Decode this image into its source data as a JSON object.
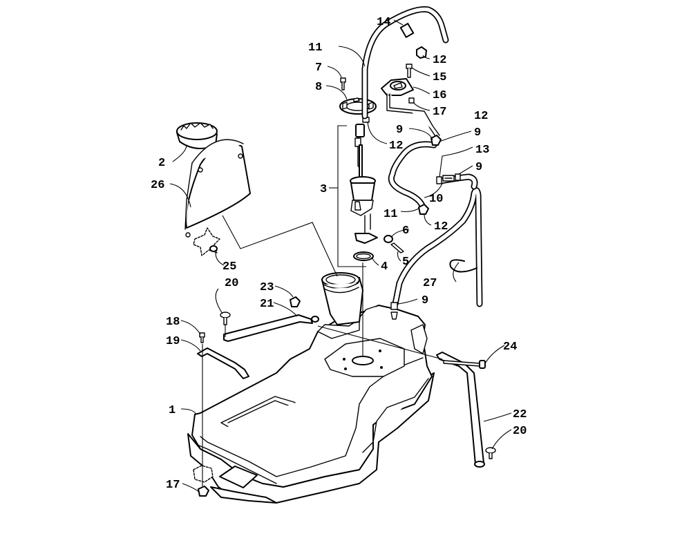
{
  "diagram": {
    "callouts": [
      {
        "id": "c14a",
        "text": "14"
      },
      {
        "id": "c11a",
        "text": "11"
      },
      {
        "id": "c12a",
        "text": "12"
      },
      {
        "id": "c7",
        "text": "7"
      },
      {
        "id": "c15",
        "text": "15"
      },
      {
        "id": "c8",
        "text": "8"
      },
      {
        "id": "c16",
        "text": "16"
      },
      {
        "id": "c17a",
        "text": "17"
      },
      {
        "id": "c12b",
        "text": "12"
      },
      {
        "id": "c9a",
        "text": "9"
      },
      {
        "id": "c9b",
        "text": "9"
      },
      {
        "id": "c12c",
        "text": "12"
      },
      {
        "id": "c13",
        "text": "13"
      },
      {
        "id": "c9c",
        "text": "9"
      },
      {
        "id": "c2",
        "text": "2"
      },
      {
        "id": "c26",
        "text": "26"
      },
      {
        "id": "c3",
        "text": "3"
      },
      {
        "id": "c10",
        "text": "10"
      },
      {
        "id": "c11b",
        "text": "11"
      },
      {
        "id": "c12d",
        "text": "12"
      },
      {
        "id": "c6",
        "text": "6"
      },
      {
        "id": "c5",
        "text": "5"
      },
      {
        "id": "c25",
        "text": "25"
      },
      {
        "id": "c4",
        "text": "4"
      },
      {
        "id": "c20a",
        "text": "20"
      },
      {
        "id": "c27",
        "text": "27"
      },
      {
        "id": "c23",
        "text": "23"
      },
      {
        "id": "c9d",
        "text": "9"
      },
      {
        "id": "c21",
        "text": "21"
      },
      {
        "id": "c18",
        "text": "18"
      },
      {
        "id": "c19",
        "text": "19"
      },
      {
        "id": "c24",
        "text": "24"
      },
      {
        "id": "c1",
        "text": "1"
      },
      {
        "id": "c22",
        "text": "22"
      },
      {
        "id": "c20b",
        "text": "20"
      },
      {
        "id": "c17b",
        "text": "17"
      }
    ]
  }
}
